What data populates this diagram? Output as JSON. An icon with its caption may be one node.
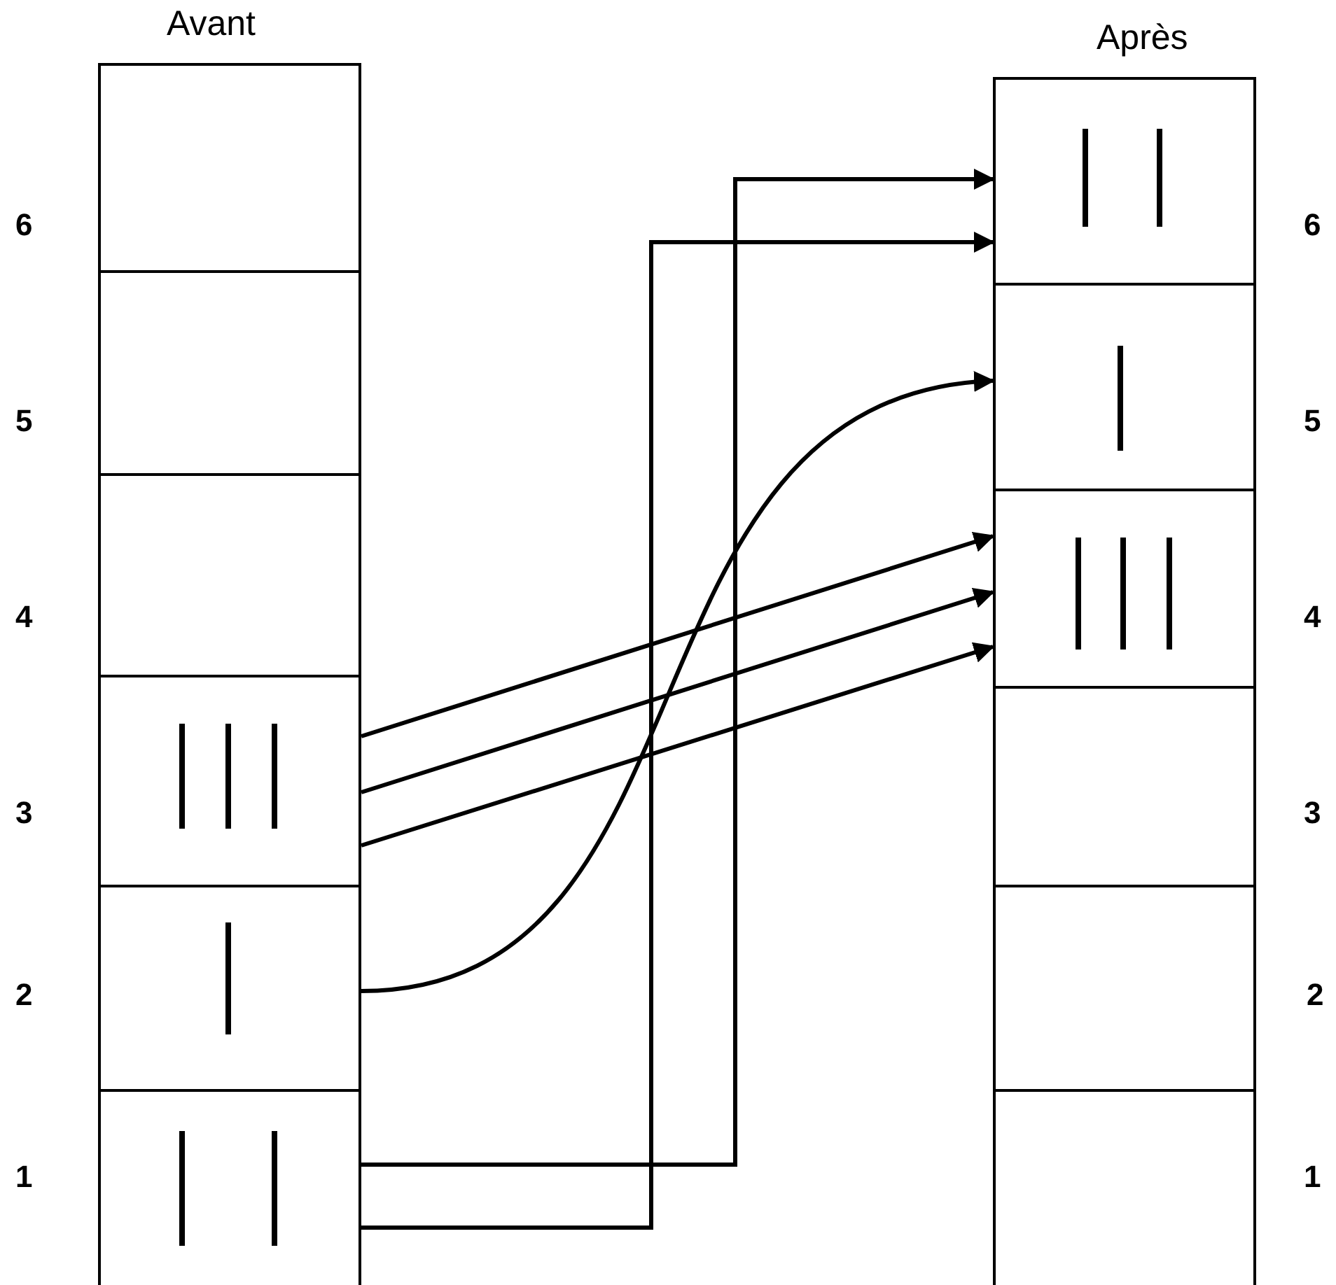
{
  "diagram": {
    "nodes": [
      {
        "text": [
          "Avant"
        ]
      },
      {
        "text": [],
        "shape": "box",
        "in": 0
      },
      {
        "text": [],
        "shape": "box",
        "in": 0
      },
      {
        "text": [],
        "shape": "box",
        "in": 0
      },
      {
        "text": [],
        "shape": "box",
        "in": 0
      },
      {
        "text": [],
        "shape": "box",
        "in": 0
      },
      {
        "text": [],
        "shape": "box",
        "in": 0
      },
      {
        "text": [
          "Après"
        ]
      },
      {
        "text": [],
        "shape": "box",
        "in": 7
      },
      {
        "text": [],
        "shape": "box",
        "in": 7
      },
      {
        "text": [],
        "shape": "box",
        "in": 7
      },
      {
        "text": [],
        "shape": "box",
        "in": 7
      },
      {
        "text": [],
        "shape": "box",
        "in": 7
      },
      {
        "text": [],
        "shape": "box",
        "in": 7
      }
    ],
    "edges": [
      {
        "from": 6,
        "to": 8,
        "arrow": "to"
      },
      {
        "from": 6,
        "to": 8,
        "arrow": "to"
      },
      {
        "from": 5,
        "to": 9,
        "arrow": "to"
      },
      {
        "from": 4,
        "to": 10,
        "arrow": "to"
      },
      {
        "from": 4,
        "to": 10,
        "arrow": "to"
      },
      {
        "from": 4,
        "to": 10,
        "arrow": "to"
      }
    ],
    "labels": [
      "6",
      "6",
      "5",
      "5",
      "4",
      "4",
      "3",
      "3",
      "2",
      "2",
      "1",
      "1"
    ]
  }
}
